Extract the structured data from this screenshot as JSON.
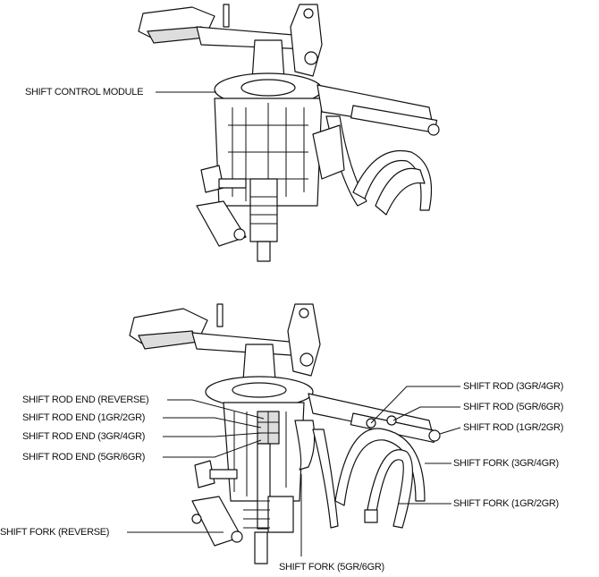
{
  "top_view": {
    "labels": {
      "shift_control_module": "SHIFT CONTROL MODULE"
    }
  },
  "bottom_view": {
    "labels": {
      "shift_rod_end_reverse": "SHIFT ROD END (REVERSE)",
      "shift_rod_end_1gr_2gr": "SHIFT ROD END (1GR/2GR)",
      "shift_rod_end_3gr_4gr": "SHIFT ROD END (3GR/4GR)",
      "shift_rod_end_5gr_6gr": "SHIFT ROD END (5GR/6GR)",
      "shift_fork_reverse": "SHIFT FORK (REVERSE)",
      "shift_rod_3gr_4gr": "SHIFT ROD (3GR/4GR)",
      "shift_rod_5gr_6gr": "SHIFT ROD (5GR/6GR)",
      "shift_rod_1gr_2gr": "SHIFT ROD (1GR/2GR)",
      "shift_fork_3gr_4gr": "SHIFT FORK (3GR/4GR)",
      "shift_fork_1gr_2gr": "SHIFT FORK (1GR/2GR)",
      "shift_fork_5gr_6gr": "SHIFT FORK (5GR/6GR)"
    }
  }
}
